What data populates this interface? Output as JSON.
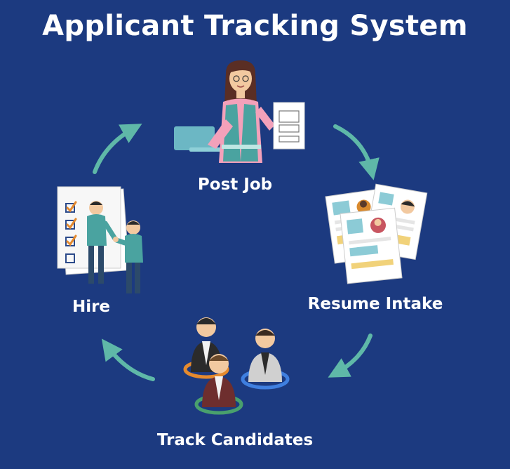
{
  "title": "Applicant Tracking System",
  "steps": [
    {
      "label": "Post Job"
    },
    {
      "label": "Resume Intake"
    },
    {
      "label": "Track Candidates"
    },
    {
      "label": "Hire"
    }
  ],
  "colors": {
    "background": "#1c3a80",
    "arrow": "#5fb8a8",
    "text": "#ffffff",
    "skin": "#f2c9a0",
    "teal": "#4aa3a0",
    "orange_ring": "#e58a2e",
    "blue_ring": "#3f7fe0",
    "green_ring": "#49a06d"
  },
  "icons": [
    "recruiter-icon",
    "resumes-icon",
    "candidates-icon",
    "handshake-icon"
  ]
}
